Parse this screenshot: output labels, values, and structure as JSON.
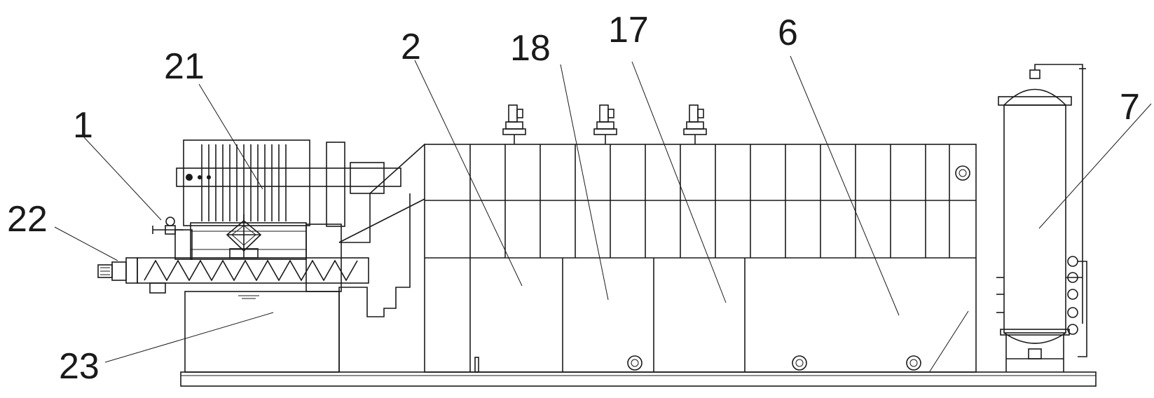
{
  "labels": {
    "l1": "1",
    "l2": "2",
    "l6": "6",
    "l7": "7",
    "l17": "17",
    "l18": "18",
    "l21": "21",
    "l22": "22",
    "l23": "23"
  }
}
